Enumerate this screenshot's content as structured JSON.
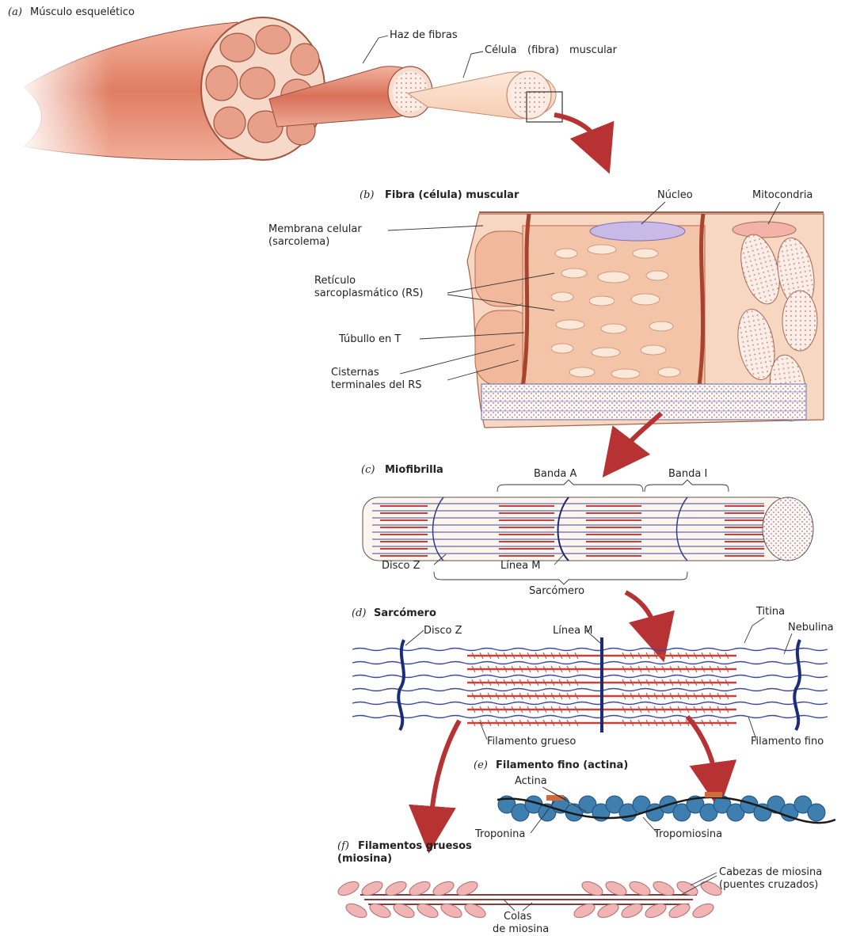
{
  "panels": {
    "a": {
      "letter": "(a)",
      "title": "Músculo esquelético"
    },
    "b": {
      "letter": "(b)",
      "title": "Fibra (célula) muscular"
    },
    "c": {
      "letter": "(c)",
      "title": "Miofibrilla"
    },
    "d": {
      "letter": "(d)",
      "title": "Sarcómero"
    },
    "e": {
      "letter": "(e)",
      "title": "Filamento fino (actina)"
    },
    "f": {
      "letter": "(f)",
      "title_line1": "Filamentos gruesos",
      "title_line2": "(miosina)"
    }
  },
  "labels": {
    "haz_fibras": "Haz de fibras",
    "celula_fibra_1": "Célula",
    "celula_fibra_2": "(fibra)",
    "celula_fibra_3": "muscular",
    "nucleo": "Núcleo",
    "mitocondria": "Mitocondria",
    "membrana_1": "Membrana celular",
    "membrana_2": "(sarcolema)",
    "reticulo_1": "Retículo",
    "reticulo_2": "sarcoplasmático (RS)",
    "tubulo": "Túbullo en T",
    "cisternas_1": "Cisternas",
    "cisternas_2": "terminales del RS",
    "banda_a": "Banda A",
    "banda_i": "Banda I",
    "disco_z_c": "Disco Z",
    "linea_m_c": "Línea M",
    "sarcomero": "Sarcómero",
    "titina": "Titina",
    "nebulina": "Nebulina",
    "disco_z_d": "Disco Z",
    "linea_m_d": "Línea M",
    "filamento_grueso": "Filamento grueso",
    "filamento_fino": "Filamento fino",
    "actina": "Actina",
    "troponina": "Troponina",
    "tropomiosina": "Tropomiosina",
    "cabezas_1": "Cabezas de miosina",
    "cabezas_2": "(puentes cruzados)",
    "colas_1": "Colas",
    "colas_2": "de miosina"
  },
  "colors": {
    "muscle": "#e8937a",
    "muscle_light": "#f6c9b5",
    "red_arrow": "#b73232",
    "filament_blue": "#2c3f8a",
    "filament_red": "#c8423a",
    "actin_blue": "#3f7fb0",
    "myosin_pink": "#f0b4b4"
  }
}
